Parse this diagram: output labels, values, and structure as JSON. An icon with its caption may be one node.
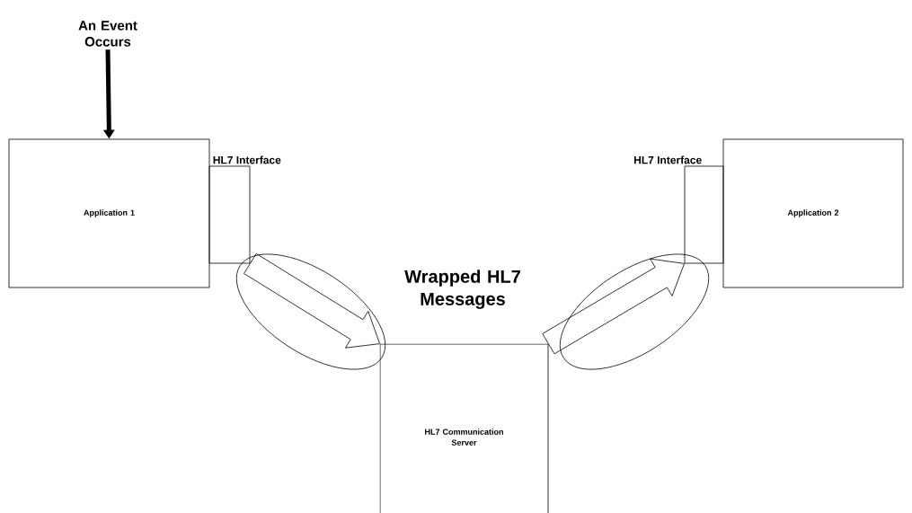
{
  "diagram": {
    "nodes": [
      {
        "text": [
          "An Event Occurs"
        ]
      },
      {
        "text": [
          "Application 1"
        ]
      },
      {
        "text": [
          "HL7 Interface"
        ]
      },
      {
        "text": [
          "HL7 Communication Server"
        ]
      },
      {
        "text": [
          "HL7 Interface"
        ]
      },
      {
        "text": [
          "Application 2"
        ]
      }
    ],
    "edges": [
      {
        "from": 0,
        "to": 1,
        "arrow": "to"
      },
      {
        "from": 2,
        "to": 3,
        "arrow": "to"
      },
      {
        "from": 3,
        "to": 4,
        "arrow": "to"
      }
    ],
    "labels": [
      "Wrapped HL7 Messages"
    ]
  }
}
